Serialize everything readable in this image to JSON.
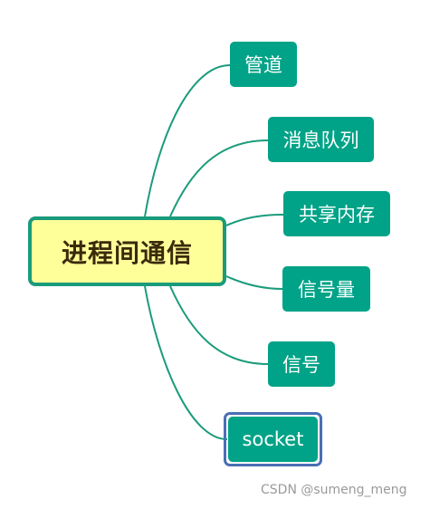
{
  "diagram": {
    "root": {
      "label": "进程间通信"
    },
    "children": [
      {
        "label": "管道"
      },
      {
        "label": "消息队列"
      },
      {
        "label": "共享内存"
      },
      {
        "label": "信号量"
      },
      {
        "label": "信号"
      },
      {
        "label": "socket"
      }
    ],
    "colors": {
      "root_fill": "#ffff99",
      "root_border": "#1a9b7b",
      "child_fill": "#00a387",
      "edge": "#1a9b7b",
      "selection": "#4a6fb5"
    }
  },
  "watermark": {
    "text": "CSDN @sumeng_meng"
  }
}
